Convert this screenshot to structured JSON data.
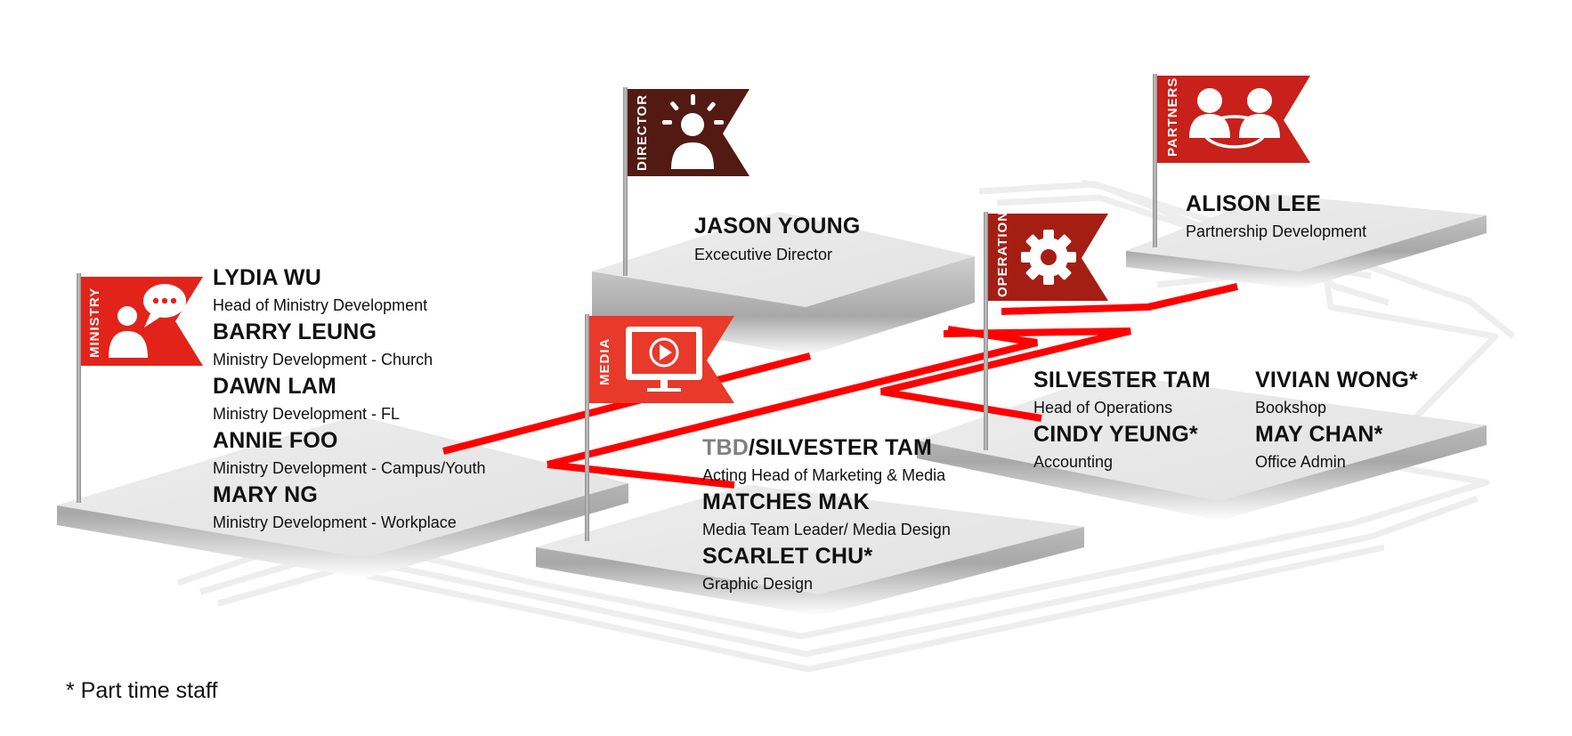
{
  "colors": {
    "ministry": "#e2231a",
    "director": "#521a12",
    "media": "#e8392a",
    "operation": "#a51e14",
    "partners": "#c8201a",
    "connector": "#ff0000",
    "platform": "#e6e6e6",
    "track": "#eeeeee"
  },
  "flags": {
    "ministry": {
      "label": "MINISTRY",
      "icon": "chat-person-icon"
    },
    "director": {
      "label": "DIRECTOR",
      "icon": "idea-person-icon"
    },
    "media": {
      "label": "MEDIA",
      "icon": "play-monitor-icon"
    },
    "operation": {
      "label": "OPERATION",
      "icon": "gear-icon"
    },
    "partners": {
      "label": "PARTNERS",
      "icon": "handshake-people-icon"
    }
  },
  "director": {
    "name": "JASON YOUNG",
    "role": "Excecutive Director"
  },
  "partners": {
    "name": "ALISON LEE",
    "role": "Partnership Development"
  },
  "ministry": {
    "staff": [
      {
        "name": "LYDIA WU",
        "role": "Head of Ministry Development"
      },
      {
        "name": "BARRY LEUNG",
        "role": "Ministry Development - Church"
      },
      {
        "name": "DAWN LAM",
        "role": "Ministry Development - FL"
      },
      {
        "name": "ANNIE FOO",
        "role": "Ministry Development - Campus/Youth"
      },
      {
        "name": "MARY NG",
        "role": "Ministry Development - Workplace"
      }
    ]
  },
  "media": {
    "head_prefix": "TBD",
    "head_name": "/SILVESTER TAM",
    "head_role": "Acting Head of Marketing & Media",
    "staff": [
      {
        "name": "MATCHES MAK",
        "role": "Media Team Leader/ Media Design"
      },
      {
        "name": "SCARLET CHU*",
        "role": "Graphic Design"
      }
    ]
  },
  "operation": {
    "staff": [
      {
        "name": "SILVESTER TAM",
        "role": "Head of Operations"
      },
      {
        "name": "CINDY YEUNG*",
        "role": "Accounting"
      },
      {
        "name": "VIVIAN WONG*",
        "role": "Bookshop"
      },
      {
        "name": "MAY CHAN*",
        "role": "Office Admin"
      }
    ]
  },
  "footnote": "* Part time staff"
}
